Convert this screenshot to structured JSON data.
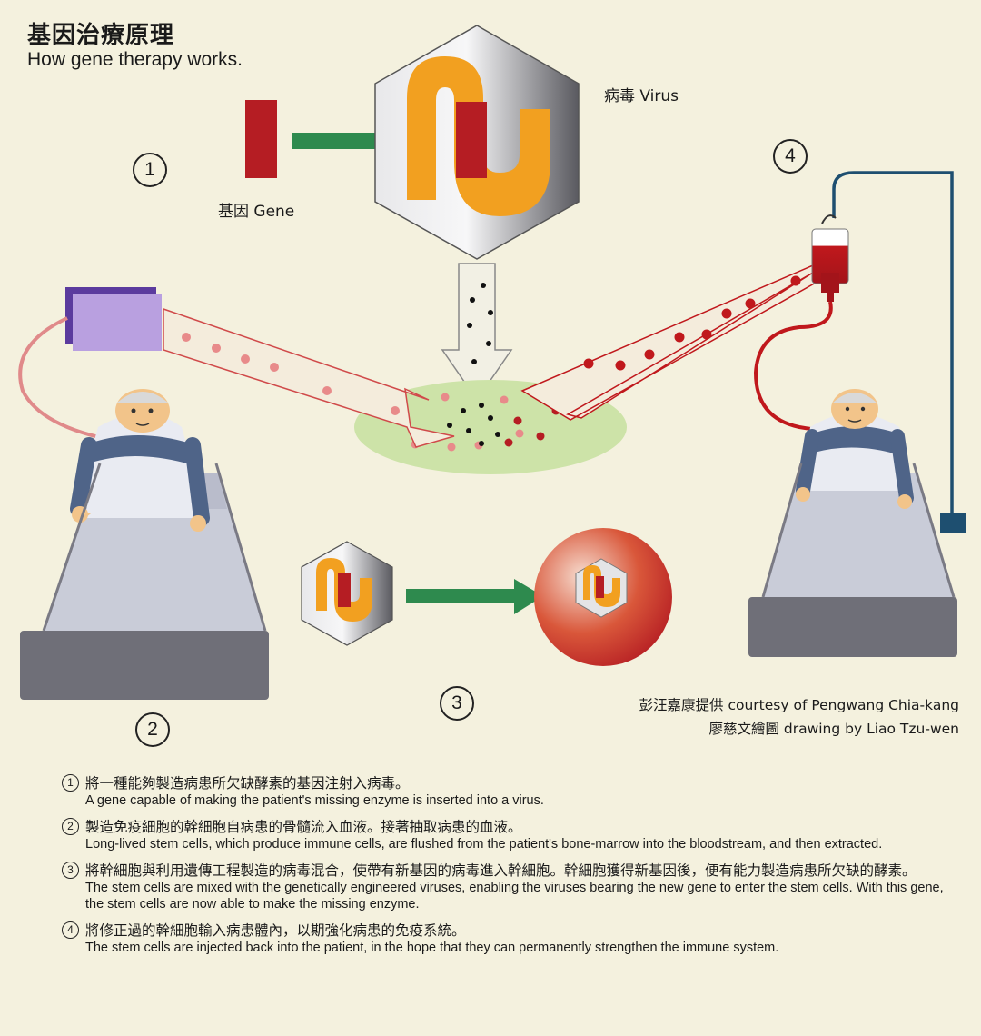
{
  "title": {
    "zh": "基因治療原理",
    "en": "How gene therapy works."
  },
  "labels": {
    "virus": "病毒 Virus",
    "gene": "基因 Gene",
    "n1": "1",
    "n2": "2",
    "n3": "3",
    "n4": "4"
  },
  "credits": {
    "line1": "彭汪嘉康提供 courtesy of Pengwang Chia-kang",
    "line2": "廖慈文繪圖 drawing by Liao Tzu-wen"
  },
  "steps": [
    {
      "num": "1",
      "zh": "將一種能夠製造病患所欠缺酵素的基因注射入病毒。",
      "en": "A gene capable of making the patient's missing enzyme is inserted into a virus."
    },
    {
      "num": "2",
      "zh": "製造免疫細胞的幹細胞自病患的骨髓流入血液。接著抽取病患的血液。",
      "en": "Long-lived stem cells, which produce immune cells, are flushed from the patient's bone-marrow into the bloodstream, and then extracted."
    },
    {
      "num": "3",
      "zh": "將幹細胞與利用遺傳工程製造的病毒混合，使帶有新基因的病毒進入幹細胞。幹細胞獲得新基因後，便有能力製造病患所欠缺的酵素。",
      "en": "The stem cells are mixed with the genetically engineered viruses, enabling the viruses bearing the new gene to enter the stem cells. With this gene, the stem cells are now able to make the missing enzyme."
    },
    {
      "num": "4",
      "zh": "將修正過的幹細胞輸入病患體內，以期強化病患的免疫系統。",
      "en": "The stem cells are injected back into the patient, in the hope that they can permanently strengthen the immune system."
    }
  ],
  "colors": {
    "background": "#f4f1de",
    "gene_red": "#b51d23",
    "virus_orange": "#f2a020",
    "arrow_green": "#2e8a4e",
    "dish_green": "#cde3a8",
    "stem_pink": "#e88a8a",
    "blood_red": "#c0181c",
    "patient_blue": "#4f6488",
    "bed_gray": "#6f6f78",
    "sheet_gray": "#c9ccd8",
    "iv_pole": "#1e4f70"
  }
}
